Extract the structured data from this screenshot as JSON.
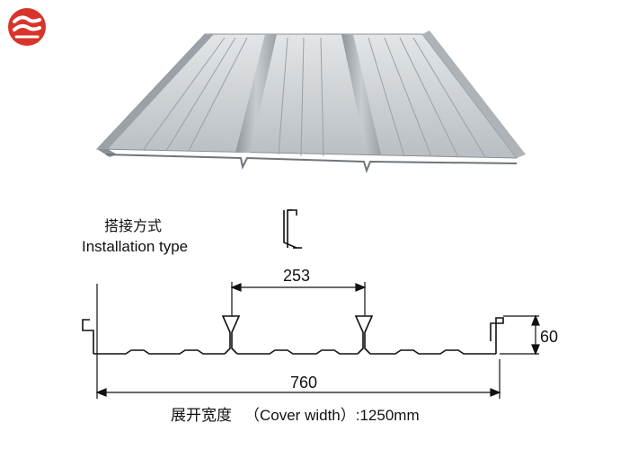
{
  "install_label_cn": "搭接方式",
  "install_label_en": "Installation type",
  "dim_pitch": "253",
  "dim_height": "60",
  "dim_width": "760",
  "caption_cn": "展开宽度",
  "caption_en": "（Cover width）:1250mm",
  "colors": {
    "logo_red": "#d9342b",
    "steel_light": "#cfd3d6",
    "steel_mid": "#a8adb1",
    "steel_dark": "#7d8388",
    "line": "#111111"
  }
}
